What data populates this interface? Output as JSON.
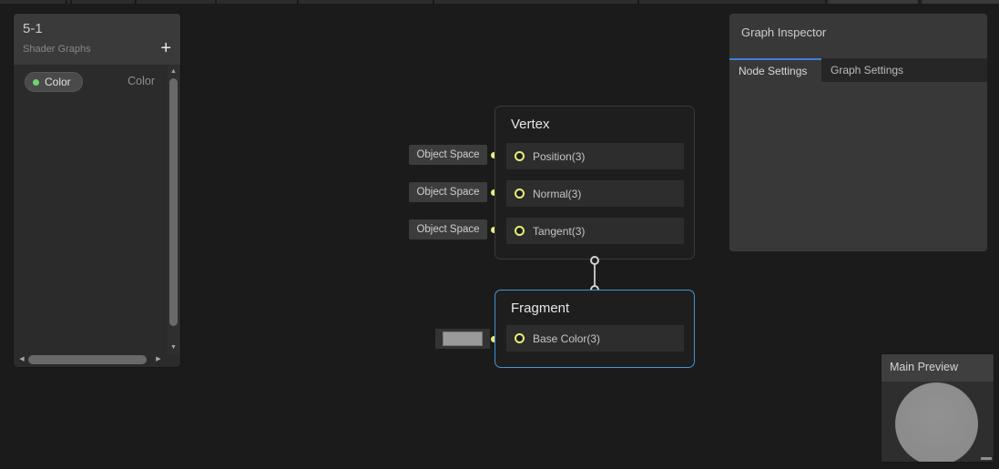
{
  "blackboard": {
    "title": "5-1",
    "subtitle": "Shader Graphs",
    "add_button_label": "+",
    "properties": [
      {
        "pill_label": "Color",
        "type_label": "Color"
      }
    ]
  },
  "graph": {
    "vertex_node": {
      "title": "Vertex",
      "ports": [
        {
          "label": "Position(3)",
          "binding": "Object Space"
        },
        {
          "label": "Normal(3)",
          "binding": "Object Space"
        },
        {
          "label": "Tangent(3)",
          "binding": "Object Space"
        }
      ]
    },
    "fragment_node": {
      "title": "Fragment",
      "ports": [
        {
          "label": "Base Color(3)"
        }
      ]
    }
  },
  "inspector": {
    "title": "Graph Inspector",
    "tabs": [
      {
        "label": "Node Settings",
        "active": true
      },
      {
        "label": "Graph Settings",
        "active": false
      }
    ]
  },
  "preview": {
    "title": "Main Preview"
  },
  "scrollbar_glyphs": {
    "up": "▲",
    "down": "▼",
    "left": "◀",
    "right": "▶"
  },
  "colors": {
    "port_yellow": "#e9ee78",
    "selection_blue": "#4796d2",
    "tab_accent_blue": "#4080d8",
    "property_dot_green": "#6bd76b",
    "swatch_gray": "#9a9a9a",
    "sphere_gray": "#8d8d8d"
  }
}
